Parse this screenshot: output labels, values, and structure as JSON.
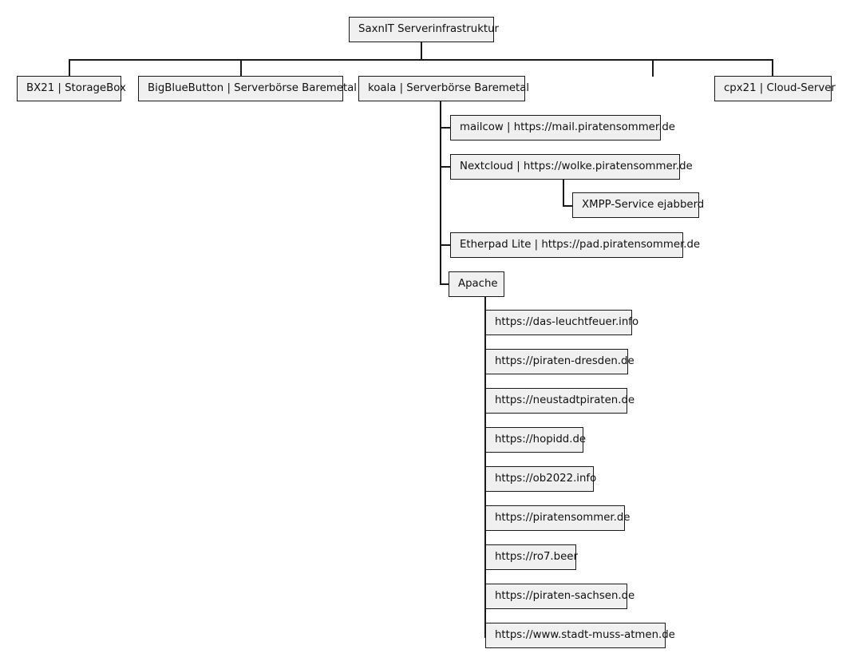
{
  "diagram": {
    "type": "tree",
    "title": "SaxnIT Serverinfrastruktur",
    "colors": {
      "node_fill": "#f0f0f0",
      "node_border": "#1a1a1a",
      "edge": "#1a1a1a",
      "background": "#ffffff",
      "text": "#111111"
    },
    "root": {
      "label": "SaxnIT Serverinfrastruktur"
    },
    "level1": [
      {
        "label": "BX21 | StorageBox"
      },
      {
        "label": "BigBlueButton | Serverbörse Baremetal"
      },
      {
        "label": "koala | Serverbörse Baremetal"
      },
      {
        "label": "cpx21 | Cloud-Server"
      }
    ],
    "koala_children": [
      {
        "label": "mailcow | https://mail.piratensommer.de"
      },
      {
        "label": "Nextcloud | https://wolke.piratensommer.de"
      },
      {
        "label": "Etherpad Lite | https://pad.piratensommer.de"
      },
      {
        "label": "Apache"
      }
    ],
    "nextcloud_children": [
      {
        "label": "XMPP-Service ejabberd"
      }
    ],
    "apache_children": [
      {
        "label": "https://das-leuchtfeuer.info"
      },
      {
        "label": "https://piraten-dresden.de"
      },
      {
        "label": "https://neustadtpiraten.de"
      },
      {
        "label": "https://hopidd.de"
      },
      {
        "label": "https://ob2022.info"
      },
      {
        "label": "https://piratensommer.de"
      },
      {
        "label": "https://ro7.beer"
      },
      {
        "label": "https://piraten-sachsen.de"
      },
      {
        "label": "https://www.stadt-muss-atmen.de"
      }
    ]
  }
}
